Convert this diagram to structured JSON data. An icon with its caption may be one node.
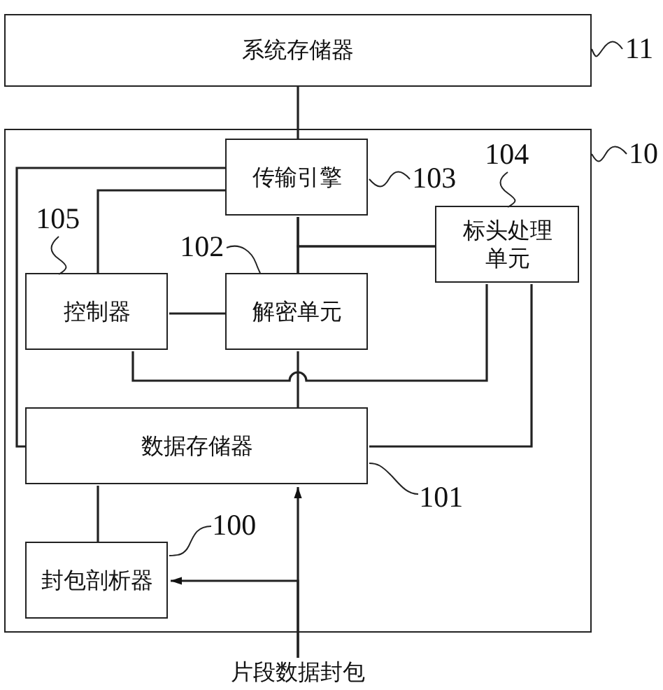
{
  "diagram": {
    "nodes": [
      {
        "text": [
          "系统存储器"
        ]
      },
      {
        "text": [
          "11"
        ]
      },
      {
        "text": [],
        "shape": "box"
      },
      {
        "text": [
          "10"
        ]
      },
      {
        "text": [
          "传输引擎"
        ],
        "in": 2
      },
      {
        "text": [
          "103"
        ],
        "in": 2
      },
      {
        "text": [
          "104"
        ],
        "in": 2
      },
      {
        "text": [
          "标头处理单元"
        ],
        "in": 2
      },
      {
        "text": [
          "105"
        ],
        "in": 2
      },
      {
        "text": [
          "102"
        ],
        "in": 2
      },
      {
        "text": [
          "控制器"
        ],
        "in": 2
      },
      {
        "text": [
          "解密单元"
        ],
        "in": 2
      },
      {
        "text": [
          "数据存储器"
        ],
        "in": 2
      },
      {
        "text": [
          "101"
        ],
        "in": 2
      },
      {
        "text": [
          "100"
        ],
        "in": 2
      },
      {
        "text": [
          "封包剖析器"
        ],
        "in": 2
      },
      {
        "text": [
          "片段数据封包"
        ]
      }
    ],
    "edges": [
      {
        "from": 1,
        "to": 0,
        "arrow": "none"
      },
      {
        "from": 3,
        "to": 2,
        "arrow": "none"
      },
      {
        "from": 5,
        "to": 4,
        "arrow": "none"
      },
      {
        "from": 6,
        "to": 7,
        "arrow": "none"
      },
      {
        "from": 8,
        "to": 10,
        "arrow": "none"
      },
      {
        "from": 9,
        "to": 11,
        "arrow": "none"
      },
      {
        "from": 13,
        "to": 12,
        "arrow": "none"
      },
      {
        "from": 14,
        "to": 15,
        "arrow": "none"
      },
      {
        "from": 0,
        "to": 4,
        "arrow": "none"
      },
      {
        "from": 4,
        "to": 11,
        "arrow": "none"
      },
      {
        "from": 7,
        "to": 4,
        "arrow": "none"
      },
      {
        "from": 7,
        "to": 11,
        "arrow": "none"
      },
      {
        "from": 4,
        "to": 12,
        "arrow": "none"
      },
      {
        "from": 4,
        "to": 10,
        "arrow": "none"
      },
      {
        "from": 10,
        "to": 11,
        "arrow": "none"
      },
      {
        "from": 10,
        "to": 7,
        "arrow": "none"
      },
      {
        "from": 11,
        "to": 12,
        "arrow": "none"
      },
      {
        "from": 7,
        "to": 12,
        "arrow": "none"
      },
      {
        "from": 12,
        "to": 15,
        "arrow": "none"
      },
      {
        "from": 16,
        "to": 12,
        "arrow": "to"
      },
      {
        "from": 16,
        "to": 15,
        "arrow": "to"
      }
    ]
  }
}
